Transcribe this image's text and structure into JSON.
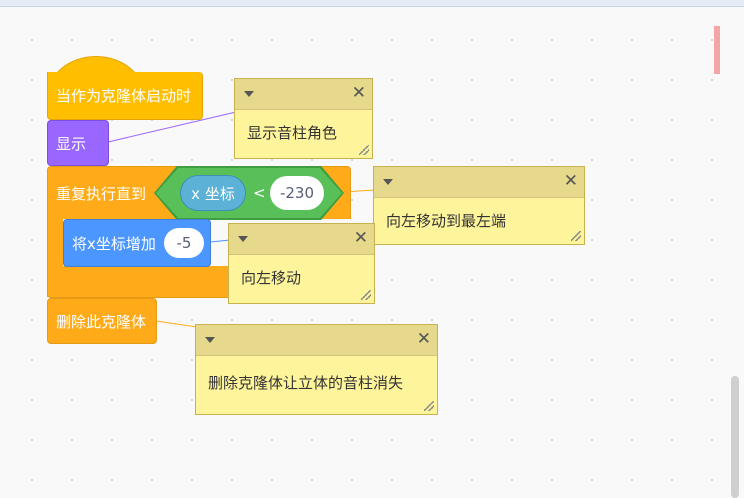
{
  "blocks": {
    "hat": "当作为克隆体启动时",
    "show": "显示",
    "repeat_until": "重复执行直到",
    "reporter": "x 坐标",
    "operator": "<",
    "compare_value": "-230",
    "change_x": "将x坐标增加",
    "change_value": "-5",
    "delete_clone": "删除此克隆体"
  },
  "comments": [
    {
      "text": "显示音柱角色"
    },
    {
      "text": "向左移动到最左端"
    },
    {
      "text": "向左移动"
    },
    {
      "text": "删除克隆体让立体的音柱消失"
    }
  ],
  "colors": {
    "events": "#ffbf00",
    "control": "#ffab19",
    "looks": "#9966ff",
    "motion": "#4c97ff",
    "operators": "#59c059",
    "comment": "#fef49c"
  }
}
